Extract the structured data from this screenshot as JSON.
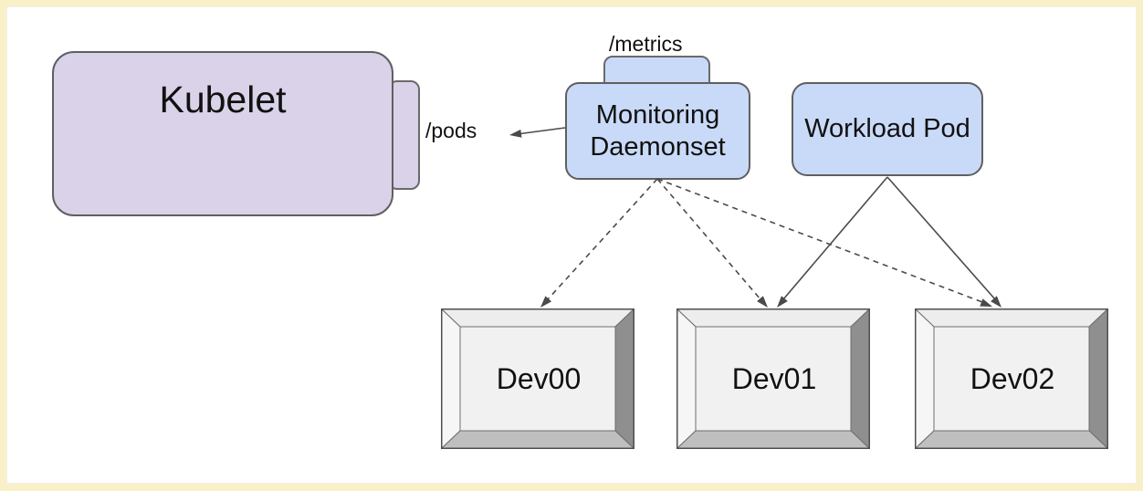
{
  "nodes": {
    "kubelet": {
      "label": "Kubelet",
      "fill": "#D9D2E9"
    },
    "monitoring_daemonset": {
      "label": "Monitoring Daemonset",
      "fill": "#C9DAF8"
    },
    "workload_pod": {
      "label": "Workload Pod",
      "fill": "#C9DAF8"
    }
  },
  "endpoints": {
    "pods_label": "/pods",
    "metrics_label": "/metrics"
  },
  "devices": [
    {
      "label": "Dev00"
    },
    {
      "label": "Dev01"
    },
    {
      "label": "Dev02"
    }
  ],
  "edges": [
    {
      "from": "monitoring-daemonset",
      "to": "kubelet-pods-endpoint",
      "style": "solid-arrow"
    },
    {
      "from": "monitoring-daemonset",
      "to": "dev00",
      "style": "dashed-arrow"
    },
    {
      "from": "monitoring-daemonset",
      "to": "dev01",
      "style": "dashed-arrow"
    },
    {
      "from": "monitoring-daemonset",
      "to": "dev02",
      "style": "dashed-arrow"
    },
    {
      "from": "workload-pod",
      "to": "dev01",
      "style": "solid-arrow"
    },
    {
      "from": "workload-pod",
      "to": "dev02",
      "style": "solid-arrow"
    }
  ],
  "colors": {
    "frame_background": "#FAF0C8",
    "canvas_background": "#FFFFFF",
    "kubelet_fill": "#D9D2E9",
    "pod_fill": "#C9DAF8",
    "node_border": "#5F5F5F",
    "arrow": "#4A4A4A",
    "device_face": "#F1F1F1",
    "device_bevel_light": "#EDEDED",
    "device_bevel_left": "#F6F6F6",
    "device_bevel_dark": "#8F8F8F",
    "device_bevel_bottom": "#BFBFBF"
  }
}
